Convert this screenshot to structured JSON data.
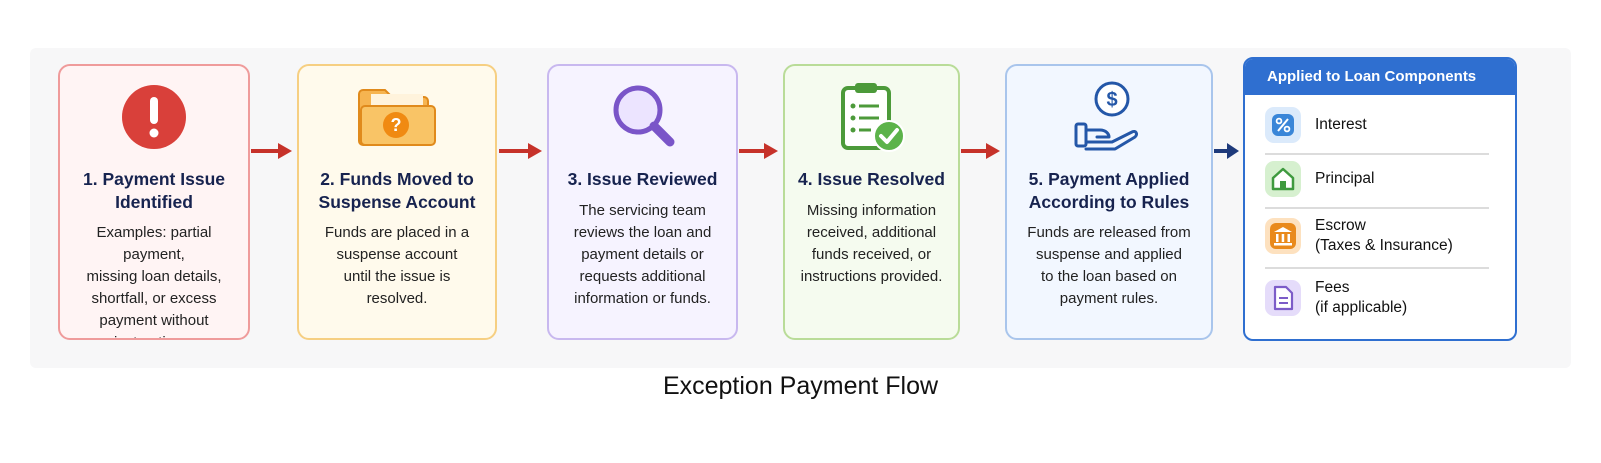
{
  "steps": [
    {
      "title_lines": [
        "1. Payment Issue",
        "Identified"
      ],
      "desc_lines": [
        "Examples: partial payment,",
        "missing loan details,",
        "shortfall, or excess",
        "payment without",
        "instructions."
      ],
      "icon": "exclamation-icon",
      "accent": "#d9403a"
    },
    {
      "title_lines": [
        "2. Funds Moved to",
        "Suspense Account"
      ],
      "desc_lines": [
        "Funds are placed in a",
        "suspense account",
        "until the issue is",
        "resolved."
      ],
      "icon": "folder-question-icon",
      "accent": "#f09a26"
    },
    {
      "title_lines": [
        "3. Issue Reviewed"
      ],
      "desc_lines": [
        "The servicing team",
        "reviews the loan and",
        "payment details or",
        "requests additional",
        "information or funds."
      ],
      "icon": "magnifier-icon",
      "accent": "#7a55c8"
    },
    {
      "title_lines": [
        "4. Issue Resolved"
      ],
      "desc_lines": [
        "Missing information",
        "received, additional",
        "funds received, or",
        "instructions provided."
      ],
      "icon": "clipboard-check-icon",
      "accent": "#4c9a3a"
    },
    {
      "title_lines": [
        "5. Payment Applied",
        "According to Rules"
      ],
      "desc_lines": [
        "Funds are released from",
        "suspense and applied",
        "to the loan based on",
        "payment rules."
      ],
      "icon": "hand-dollar-icon",
      "accent": "#2457a8"
    }
  ],
  "components": {
    "title": "Applied to Loan Components",
    "items": [
      {
        "label_lines": [
          "Interest"
        ],
        "icon": "percent-icon",
        "color": "#3a86d8"
      },
      {
        "label_lines": [
          "Principal"
        ],
        "icon": "house-icon",
        "color": "#3f9a3f"
      },
      {
        "label_lines": [
          "Escrow",
          "(Taxes & Insurance)"
        ],
        "icon": "bank-icon",
        "color": "#e98a1c"
      },
      {
        "label_lines": [
          "Fees",
          "(if applicable)"
        ],
        "icon": "document-icon",
        "color": "#7c5cc8"
      }
    ]
  },
  "caption": "Exception Payment Flow",
  "colors": {
    "arrow_red": "#c6322a",
    "arrow_navy": "#1e3a7b",
    "title_navy": "#17234f",
    "panel_blue": "#2f6fd0"
  }
}
